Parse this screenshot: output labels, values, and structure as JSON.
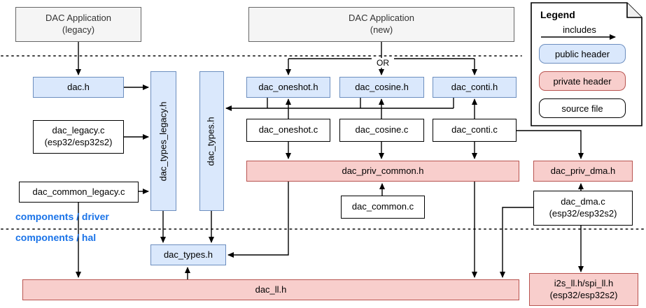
{
  "apps": {
    "legacy": "DAC Application\n(legacy)",
    "new": "DAC Application\n(new)"
  },
  "labels": {
    "or": "OR",
    "driver_layer": "components / driver",
    "hal_layer": "components / hal"
  },
  "nodes": {
    "dac_h": "dac.h",
    "dac_types_legacy_h": "dac_types_legacy.h",
    "dac_types_h_driver": "dac_types.h",
    "dac_legacy_c": "dac_legacy.c\n(esp32/esp32s2)",
    "dac_common_legacy_c": "dac_common_legacy.c",
    "dac_oneshot_h": "dac_oneshot.h",
    "dac_cosine_h": "dac_cosine.h",
    "dac_conti_h": "dac_conti.h",
    "dac_oneshot_c": "dac_oneshot.c",
    "dac_cosine_c": "dac_cosine.c",
    "dac_conti_c": "dac_conti.c",
    "dac_priv_common_h": "dac_priv_common.h",
    "dac_common_c": "dac_common.c",
    "dac_priv_dma_h": "dac_priv_dma.h",
    "dac_dma_c": "dac_dma.c\n(esp32/esp32s2)",
    "dac_types_h_hal": "dac_types.h",
    "dac_ll_h": "dac_ll.h",
    "i2s_spi_ll_h": "i2s_ll.h/spi_ll.h\n(esp32/esp32s2)"
  },
  "legend": {
    "title": "Legend",
    "arrow_label": "includes",
    "public_label": "public header",
    "private_label": "private header",
    "source_label": "source file"
  },
  "colors": {
    "public_header_fill": "#dae8fc",
    "public_header_stroke": "#6c8ebf",
    "private_header_fill": "#f8cecc",
    "private_header_stroke": "#b85450",
    "app_fill": "#f5f5f5",
    "app_stroke": "#666666",
    "layer_label_blue": "#1a73e8",
    "connector": "#000000"
  }
}
